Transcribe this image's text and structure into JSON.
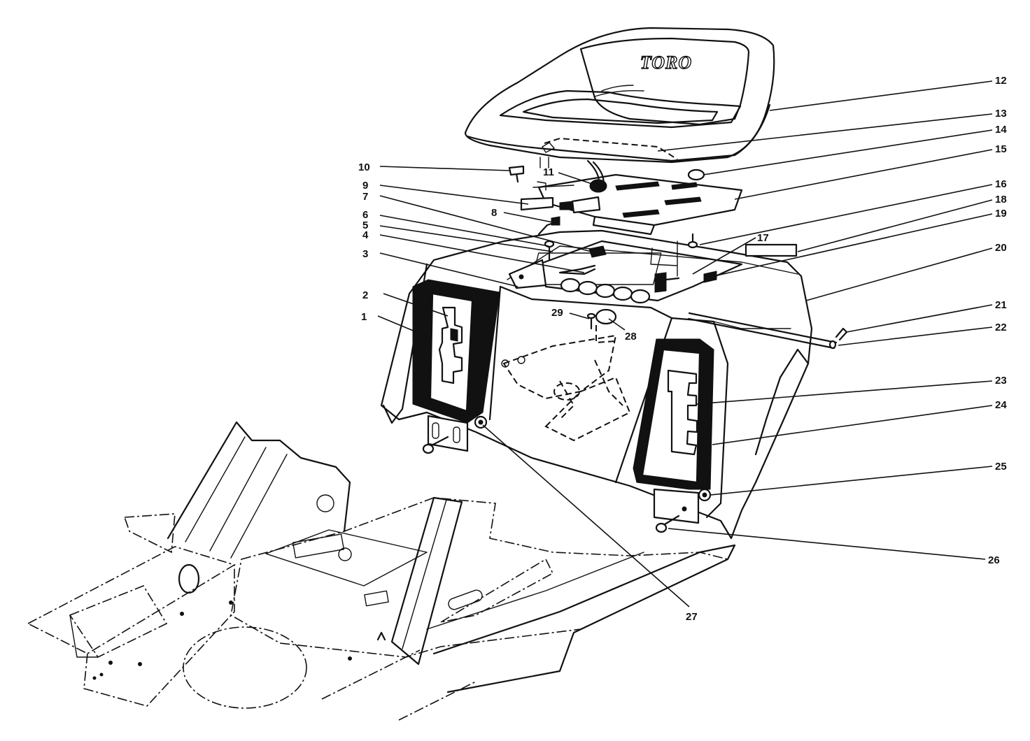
{
  "seat": {
    "brand_text": "TORO"
  },
  "callouts": [
    {
      "id": "1",
      "label": "1"
    },
    {
      "id": "2",
      "label": "2"
    },
    {
      "id": "3",
      "label": "3"
    },
    {
      "id": "4",
      "label": "4"
    },
    {
      "id": "5",
      "label": "5"
    },
    {
      "id": "6",
      "label": "6"
    },
    {
      "id": "7",
      "label": "7"
    },
    {
      "id": "8",
      "label": "8"
    },
    {
      "id": "9",
      "label": "9"
    },
    {
      "id": "10",
      "label": "10"
    },
    {
      "id": "11",
      "label": "11"
    },
    {
      "id": "12",
      "label": "12"
    },
    {
      "id": "13",
      "label": "13"
    },
    {
      "id": "14",
      "label": "14"
    },
    {
      "id": "15",
      "label": "15"
    },
    {
      "id": "16",
      "label": "16"
    },
    {
      "id": "17",
      "label": "17"
    },
    {
      "id": "18",
      "label": "18"
    },
    {
      "id": "19",
      "label": "19"
    },
    {
      "id": "20",
      "label": "20"
    },
    {
      "id": "21",
      "label": "21"
    },
    {
      "id": "22",
      "label": "22"
    },
    {
      "id": "23",
      "label": "23"
    },
    {
      "id": "24",
      "label": "24"
    },
    {
      "id": "25",
      "label": "25"
    },
    {
      "id": "26",
      "label": "26"
    },
    {
      "id": "27",
      "label": "27"
    },
    {
      "id": "28",
      "label": "28"
    },
    {
      "id": "29",
      "label": "29"
    }
  ]
}
